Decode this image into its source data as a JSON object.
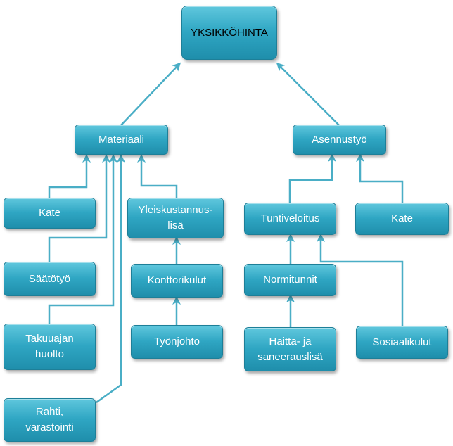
{
  "diagram": {
    "root": "YKSIKKÖHINTA",
    "materiaali": "Materiaali",
    "asennustyo": "Asennustyö",
    "kate_left": "Kate",
    "saatotyo": "Säätötyö",
    "takuuajan": "Takuuajan\nhuolto",
    "rahti": "Rahti,\nvarastointi",
    "yleiskustannus": "Yleiskustannus-\nlisä",
    "konttorikulut": "Konttorikulut",
    "tyonjohto": "Työnjohto",
    "tuntiveloitus": "Tuntiveloitus",
    "kate_right": "Kate",
    "normitunnit": "Normitunnit",
    "haitta": "Haitta- ja\nsaneerauslisä",
    "sosiaalikulut": "Sosiaalikulut"
  },
  "colors": {
    "box_fill": "#2fa6c3",
    "box_border": "#1d7f98",
    "connector": "#4aaec6"
  }
}
